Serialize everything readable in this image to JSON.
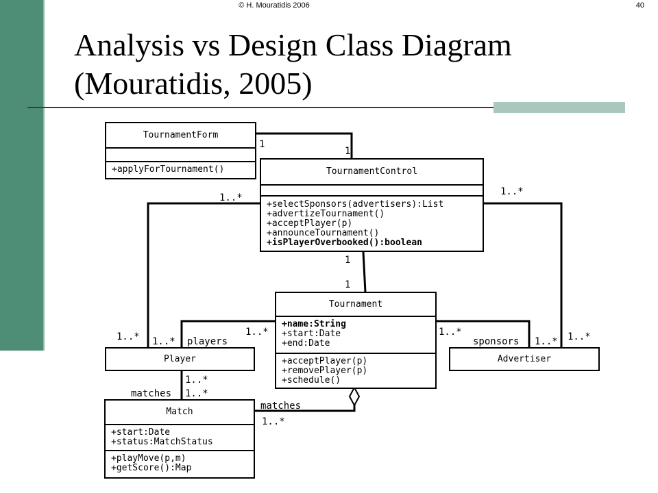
{
  "header": {
    "copyright": "© H. Mouratidis 2006",
    "page_number": "40"
  },
  "title": {
    "line1": "Analysis vs Design Class Diagram",
    "line2": "(Mouratidis, 2005)"
  },
  "classes": {
    "tournament_form": {
      "name": "TournamentForm",
      "operations": [
        "+applyForTournament()"
      ]
    },
    "tournament_control": {
      "name": "TournamentControl",
      "operations": [
        "+selectSponsors(advertisers):List",
        "+advertizeTournament()",
        "+acceptPlayer(p)",
        "+announceTournament()",
        "+isPlayerOverbooked():boolean"
      ]
    },
    "tournament": {
      "name": "Tournament",
      "attributes": [
        "+name:String",
        "+start:Date",
        "+end:Date"
      ],
      "operations": [
        "+acceptPlayer(p)",
        "+removePlayer(p)",
        "+schedule()"
      ]
    },
    "player": {
      "name": "Player"
    },
    "advertiser": {
      "name": "Advertiser"
    },
    "match": {
      "name": "Match",
      "attributes": [
        "+start:Date",
        "+status:MatchStatus"
      ],
      "operations": [
        "+playMove(p,m)",
        "+getScore():Map"
      ]
    }
  },
  "labels": {
    "form_control_1a": "1",
    "form_control_1b": "1",
    "control_player_mult": "1..*",
    "control_advertiser_mult": "1..*",
    "control_tournament_1a": "1",
    "control_tournament_1b": "1",
    "player_left_mult": "1..*",
    "player_right_mult": "1..*",
    "players_role": "players",
    "tournament_player_mult": "1..*",
    "tournament_advertiser_mult": "1..*",
    "sponsors_role": "sponsors",
    "advertiser_inner_mult": "1..*",
    "advertiser_outer_mult": "1..*",
    "player_match_mult_top": "1..*",
    "matches_role_left": "matches",
    "player_match_mult_bottom": "1..*",
    "matches_role_right": "matches",
    "match_tournament_mult": "1..*"
  }
}
